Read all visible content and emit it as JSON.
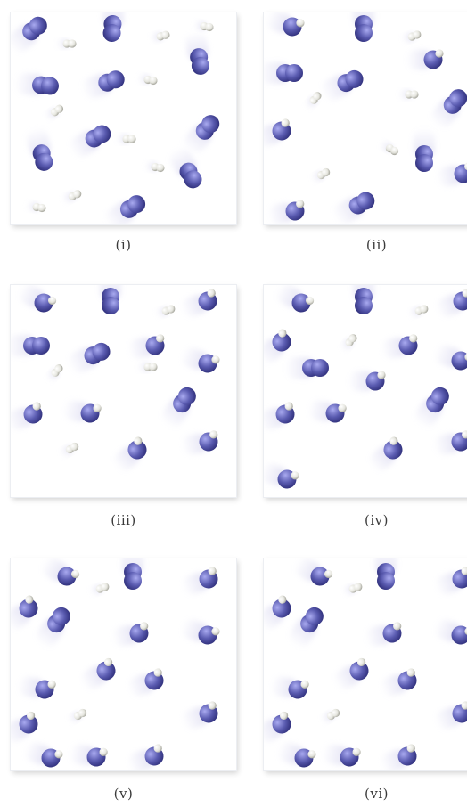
{
  "colors": {
    "nitrogen": "#5a5bb0",
    "hydrogen": "#e6e6df",
    "trail": "#c9c7ea"
  },
  "panels": [
    {
      "label": "(i)",
      "n2": 10,
      "h2": 9,
      "nh3": 0
    },
    {
      "label": "(ii)",
      "n2": 6,
      "h2": 5,
      "nh3": 5
    },
    {
      "label": "(iii)",
      "n2": 4,
      "h2": 4,
      "nh3": 8
    },
    {
      "label": "(iv)",
      "n2": 3,
      "h2": 2,
      "nh3": 11
    },
    {
      "label": "(v)",
      "n2": 2,
      "h2": 2,
      "nh3": 13
    },
    {
      "label": "(vi)",
      "n2": 2,
      "h2": 2,
      "nh3": 13
    }
  ]
}
